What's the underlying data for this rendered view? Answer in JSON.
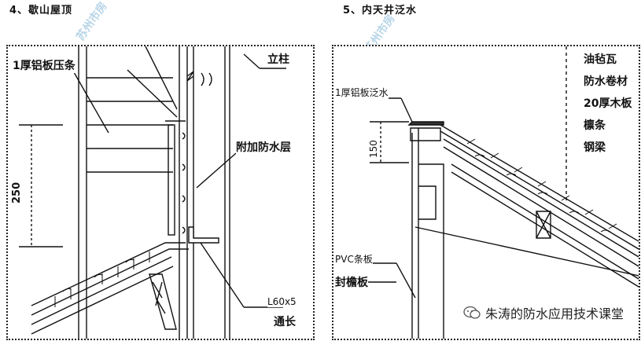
{
  "left": {
    "title": "4、歇山屋顶",
    "labels": {
      "strip": "1厚铝板压条",
      "column": "立柱",
      "extra_layer": "附加防水层",
      "dim": "250",
      "angle": "L60x5",
      "through": "通长"
    }
  },
  "right": {
    "title": "5、内天井泛水",
    "labels": {
      "flashing": "1厚铝板泛水",
      "dim": "150",
      "felt_tile": "油毡瓦",
      "membrane": "防水卷材",
      "board": "20厚木板",
      "purlin": "檩条",
      "steel_beam": "钢梁",
      "pvc": "PVC条板",
      "fascia": "封檐板"
    }
  },
  "watermark": {
    "left": "苏州市房",
    "right": "苏州市房"
  },
  "footer": {
    "text": "朱涛的防水应用技术课堂",
    "icon": "wechat-icon"
  }
}
